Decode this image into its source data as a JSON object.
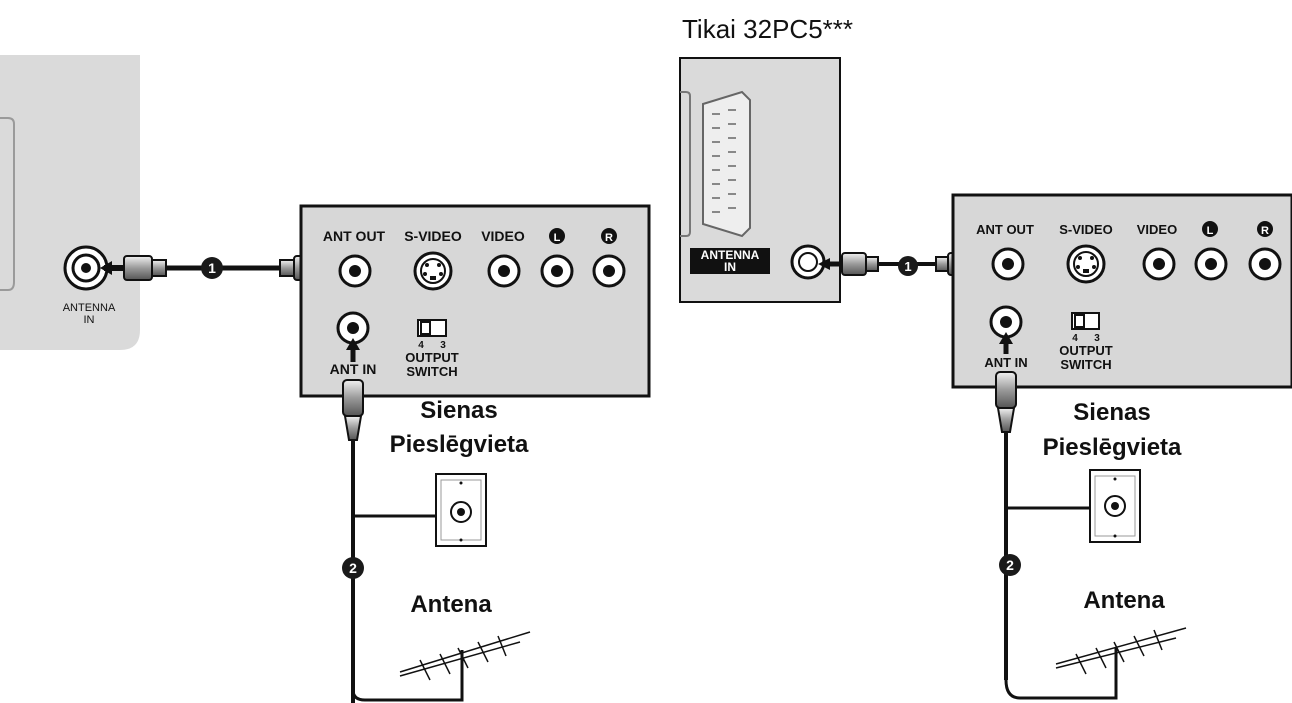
{
  "header": {
    "model_note": "Tikai 32PC5***"
  },
  "tv": {
    "antenna_in_label": "ANTENNA IN",
    "antenna_in_line1": "ANTENNA",
    "antenna_in_line2": "IN"
  },
  "vcr": {
    "ports": [
      "ANT OUT",
      "S-VIDEO",
      "VIDEO",
      "L",
      "R"
    ],
    "ant_in": "ANT IN",
    "switch_positions": [
      "4",
      "3"
    ],
    "output_switch_line1": "OUTPUT",
    "output_switch_line2": "SWITCH"
  },
  "steps": [
    "1",
    "2"
  ],
  "wall_outlet": {
    "line1": "Sienas",
    "line2": "Pieslēgvieta"
  },
  "antenna": {
    "label": "Antena"
  },
  "colors": {
    "tv_panel": "#dadada",
    "vcr_panel": "#d7d7d7",
    "line": "#1a1a1a"
  }
}
